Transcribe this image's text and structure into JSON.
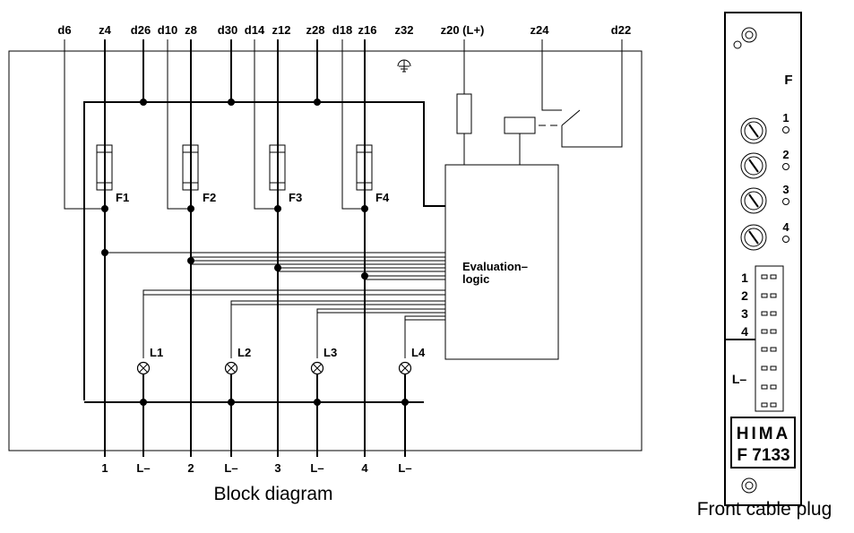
{
  "block_diagram": {
    "caption": "Block diagram",
    "top_pins": [
      "d6",
      "z4",
      "d26",
      "d10",
      "z8",
      "d30",
      "d14",
      "z12",
      "z28",
      "d18",
      "z16",
      "z32",
      "z20 (L+)",
      "z24",
      "d22"
    ],
    "bottom_pins": [
      "1",
      "L–",
      "2",
      "L–",
      "3",
      "L–",
      "4",
      "L–"
    ],
    "fuses": [
      "F1",
      "F2",
      "F3",
      "F4"
    ],
    "lamps": [
      "L1",
      "L2",
      "L3",
      "L4"
    ],
    "logic_label_line1": "Evaluation–",
    "logic_label_line2": "logic"
  },
  "front_plug": {
    "caption": "Front cable plug",
    "module_letter": "F",
    "fuse_numbers": [
      "1",
      "2",
      "3",
      "4"
    ],
    "connector_numbers": [
      "1",
      "2",
      "3",
      "4"
    ],
    "l_minus": "L–",
    "brand": "HIMA",
    "model": "F 7133"
  }
}
